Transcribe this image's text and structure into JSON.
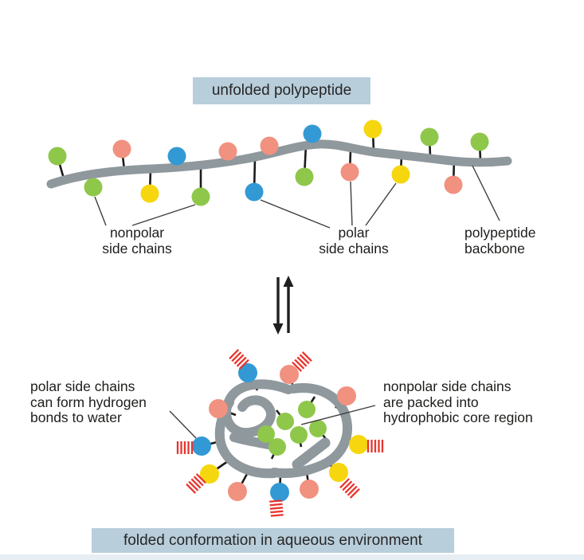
{
  "unfolded": {
    "caption": "unfolded polypeptide",
    "labels": {
      "nonpolar": [
        "nonpolar",
        "side chains"
      ],
      "polar": [
        "polar",
        "side chains"
      ],
      "backbone": [
        "polypeptide",
        "backbone"
      ]
    }
  },
  "folded": {
    "caption": "folded conformation in aqueous environment",
    "labels": {
      "polar_water": [
        "polar side chains",
        "can form hydrogen",
        "bonds to water"
      ],
      "nonpolar_core": [
        "nonpolar side chains",
        "are packed into",
        "hydrophobic core region"
      ]
    }
  },
  "icons": {
    "equilibrium_arrows": "two opposing vertical arrows (down and up)",
    "hydrogen_bond_marks": "short red parallel stripe marks beside polar side chains"
  },
  "colors": {
    "nonpolar_green": "#8fc74a",
    "polar_blue": "#3399d4",
    "polar_salmon": "#f19180",
    "polar_yellow": "#f6d60f",
    "backbone_gray": "#8f989d",
    "hydrogen_bond_red": "#e8352e",
    "caption_bg": "#b9cedb",
    "bottom_strip": "#e7eef3",
    "text": "#1d1d1b"
  }
}
